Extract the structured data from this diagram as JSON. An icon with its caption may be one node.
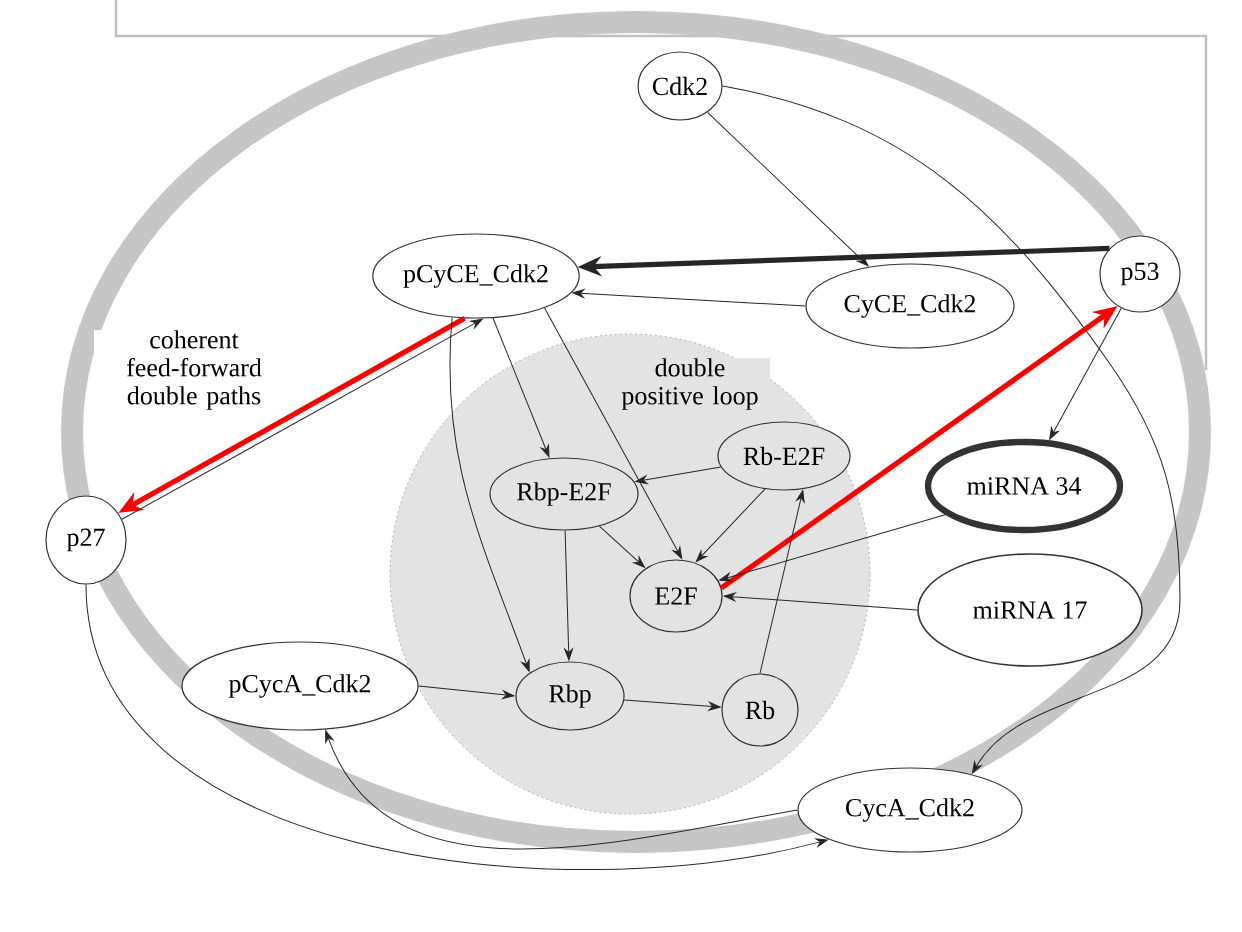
{
  "diagram": {
    "nodes": [
      {
        "text": [
          "Cdk2"
        ]
      },
      {
        "text": [
          "pCyCE_Cdk2"
        ]
      },
      {
        "text": [
          "CyCE_Cdk2"
        ]
      },
      {
        "text": [
          "p53"
        ]
      },
      {
        "text": [
          "double positive loop"
        ]
      },
      {
        "text": [
          "Rbp-E2F"
        ],
        "in": 4
      },
      {
        "text": [
          "Rb-E2F"
        ],
        "in": 4
      },
      {
        "text": [
          "miRNA 34"
        ]
      },
      {
        "text": [
          "E2F"
        ],
        "in": 4
      },
      {
        "text": [
          "miRNA 17"
        ]
      },
      {
        "text": [
          "p27"
        ]
      },
      {
        "text": [
          "pCycA_Cdk2"
        ]
      },
      {
        "text": [
          "Rbp"
        ],
        "in": 4
      },
      {
        "text": [
          "Rb"
        ],
        "in": 4
      },
      {
        "text": [
          "CycA_Cdk2"
        ]
      }
    ],
    "edges": [
      {
        "from": 0,
        "to": 2,
        "arrow": "to"
      },
      {
        "from": 0,
        "to": 14,
        "arrow": "to"
      },
      {
        "from": 2,
        "to": 1,
        "arrow": "to"
      },
      {
        "from": 3,
        "to": 1,
        "arrow": "to",
        "style": "thick"
      },
      {
        "from": 3,
        "to": 7,
        "arrow": "to"
      },
      {
        "from": 8,
        "to": 3,
        "arrow": "to",
        "style": "thick",
        "color": "#ff0000"
      },
      {
        "from": 1,
        "to": 10,
        "arrow": "to",
        "style": "thick",
        "color": "#ff0000"
      },
      {
        "from": 10,
        "to": 1,
        "arrow": "to"
      },
      {
        "from": 1,
        "to": 5,
        "arrow": "to"
      },
      {
        "from": 1,
        "to": 8,
        "arrow": "to"
      },
      {
        "from": 1,
        "to": 12,
        "arrow": "to"
      },
      {
        "from": 6,
        "to": 5,
        "arrow": "to"
      },
      {
        "from": 5,
        "to": 8,
        "arrow": "to"
      },
      {
        "from": 6,
        "to": 8,
        "arrow": "to"
      },
      {
        "from": 5,
        "to": 12,
        "arrow": "to"
      },
      {
        "from": 12,
        "to": 13,
        "arrow": "to"
      },
      {
        "from": 13,
        "to": 6,
        "arrow": "to"
      },
      {
        "from": 7,
        "to": 8,
        "arrow": "to"
      },
      {
        "from": 9,
        "to": 8,
        "arrow": "to"
      },
      {
        "from": 11,
        "to": 12,
        "arrow": "to"
      },
      {
        "from": 14,
        "to": 11,
        "arrow": "to"
      },
      {
        "from": 10,
        "to": 14,
        "arrow": "to"
      }
    ],
    "labels": [
      "coherent feed-forward double paths"
    ]
  }
}
